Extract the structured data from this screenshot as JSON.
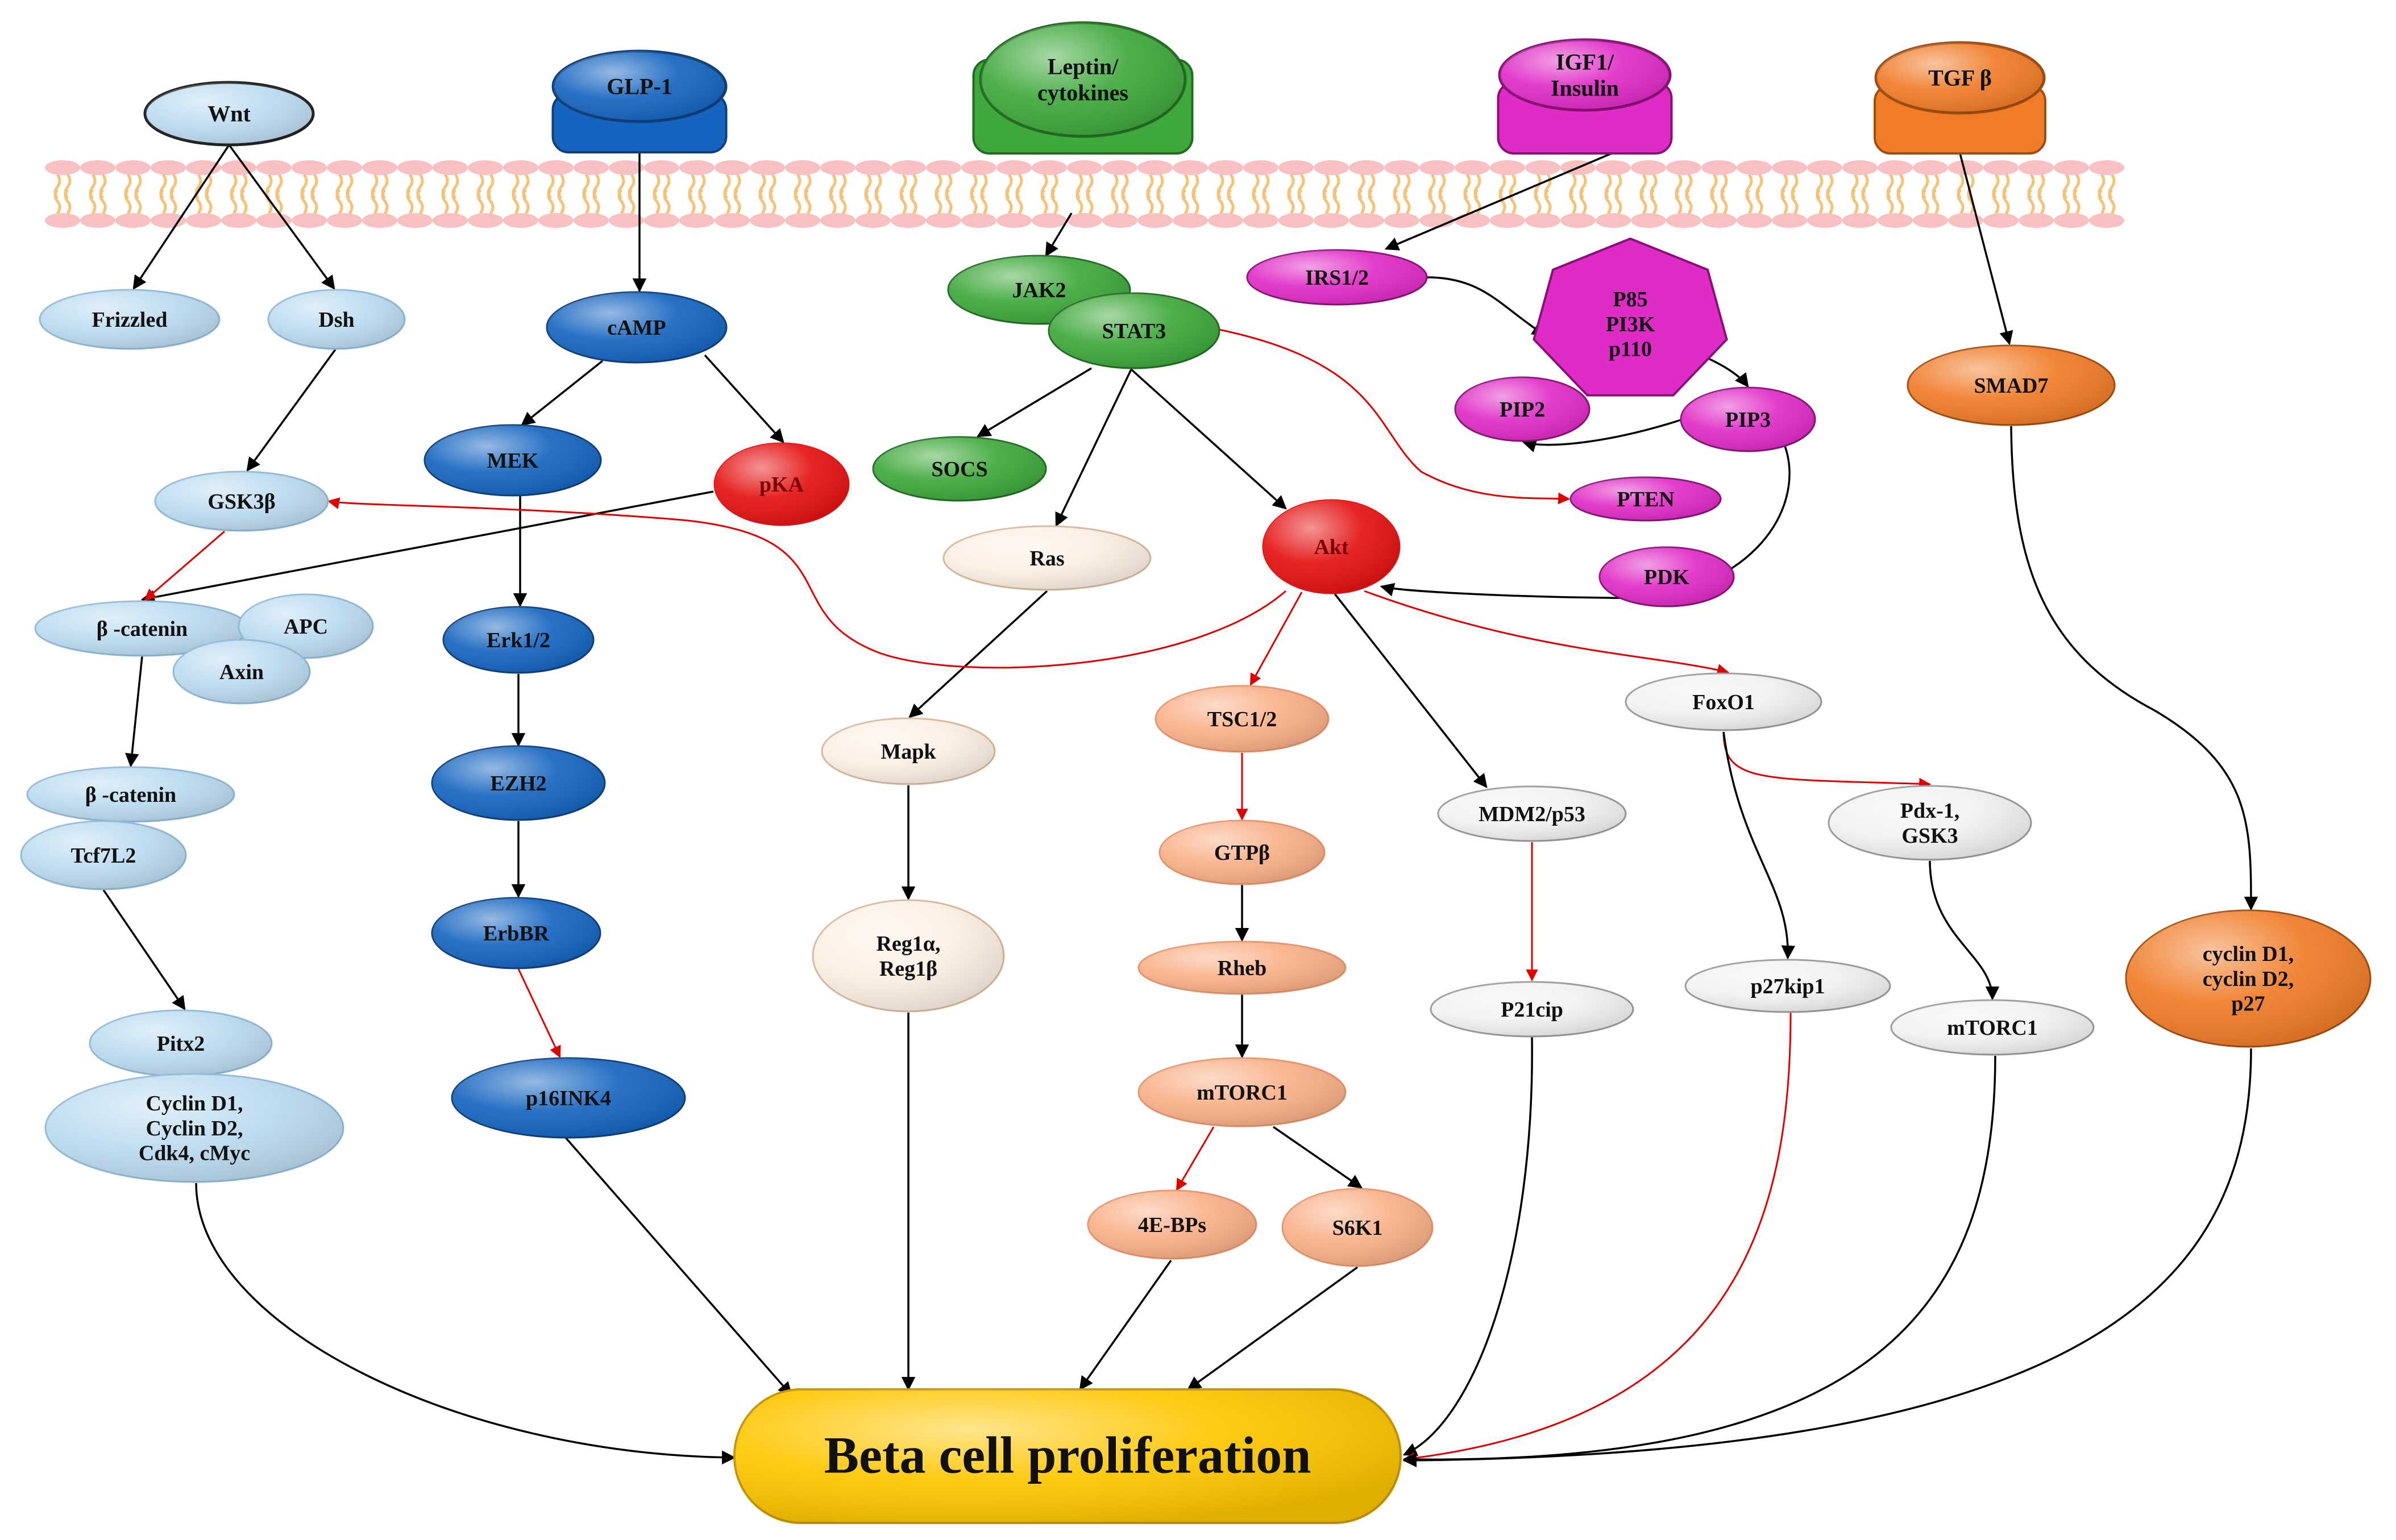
{
  "colors": {
    "wnt": "#bcdcf0",
    "wnt_stroke": "#8fb9d6",
    "glp": "#1565c0",
    "glp_stroke": "#0d3f7a",
    "leptin": "#3ea83b",
    "leptin_stroke": "#226b22",
    "igf": "#e02cc6",
    "igf_stroke": "#8a1077",
    "tgf": "#f07c28",
    "tgf_stroke": "#a04c0d",
    "red_node": "#e41212",
    "ras": "#fdf0e4",
    "tsc": "#f9b088",
    "white_node": "#f2f2f2",
    "outcome": "#ffc600",
    "membrane_head": "#f8c0c0",
    "membrane_tail": "#f5c27a",
    "black_arrow": "#000000",
    "red_arrow": "#e00000"
  },
  "diagram": {
    "receptors": [
      {
        "id": "wnt",
        "lines": [
          "Wnt"
        ]
      },
      {
        "id": "glp1",
        "lines": [
          "GLP-1"
        ]
      },
      {
        "id": "leptin",
        "lines": [
          "Leptin/",
          "cytokines"
        ]
      },
      {
        "id": "igf1",
        "lines": [
          "IGF1/",
          "Insulin"
        ]
      },
      {
        "id": "tgfb",
        "lines": [
          "TGF β"
        ]
      }
    ],
    "nodes": [
      {
        "id": "frizzled",
        "lines": [
          "Frizzled"
        ]
      },
      {
        "id": "dsh",
        "lines": [
          "Dsh"
        ]
      },
      {
        "id": "gsk3b",
        "lines": [
          "GSK3β"
        ]
      },
      {
        "id": "bcat1",
        "lines": [
          "β -catenin"
        ]
      },
      {
        "id": "apc",
        "lines": [
          "APC"
        ]
      },
      {
        "id": "axin",
        "lines": [
          "Axin"
        ]
      },
      {
        "id": "bcat2",
        "lines": [
          "β -catenin"
        ]
      },
      {
        "id": "tcf7l2",
        "lines": [
          "Tcf7L2"
        ]
      },
      {
        "id": "pitx2",
        "lines": [
          "Pitx2"
        ]
      },
      {
        "id": "cyclin1",
        "lines": [
          "Cyclin D1,",
          "Cyclin D2,",
          "Cdk4, cMyc"
        ]
      },
      {
        "id": "camp",
        "lines": [
          "cAMP"
        ]
      },
      {
        "id": "mek",
        "lines": [
          "MEK"
        ]
      },
      {
        "id": "pka",
        "lines": [
          "pKA"
        ]
      },
      {
        "id": "erk",
        "lines": [
          "Erk1/2"
        ]
      },
      {
        "id": "ezh2",
        "lines": [
          "EZH2"
        ]
      },
      {
        "id": "erbbr",
        "lines": [
          "ErbBR"
        ]
      },
      {
        "id": "p16",
        "lines": [
          "p16INK4"
        ]
      },
      {
        "id": "jak2",
        "lines": [
          "JAK2"
        ]
      },
      {
        "id": "stat3",
        "lines": [
          "STAT3"
        ]
      },
      {
        "id": "socs",
        "lines": [
          "SOCS"
        ]
      },
      {
        "id": "ras",
        "lines": [
          "Ras"
        ]
      },
      {
        "id": "mapk",
        "lines": [
          "Mapk"
        ]
      },
      {
        "id": "reg1",
        "lines": [
          "Reg1α,",
          "Reg1β"
        ]
      },
      {
        "id": "akt",
        "lines": [
          "Akt"
        ]
      },
      {
        "id": "tsc",
        "lines": [
          "TSC1/2"
        ]
      },
      {
        "id": "gtpb",
        "lines": [
          "GTPβ"
        ]
      },
      {
        "id": "rheb",
        "lines": [
          "Rheb"
        ]
      },
      {
        "id": "mtorc1a",
        "lines": [
          "mTORC1"
        ]
      },
      {
        "id": "ebp",
        "lines": [
          "4E-BPs"
        ]
      },
      {
        "id": "s6k1",
        "lines": [
          "S6K1"
        ]
      },
      {
        "id": "irs",
        "lines": [
          "IRS1/2"
        ]
      },
      {
        "id": "pi3k",
        "lines": [
          "P85",
          "PI3K",
          "p110"
        ]
      },
      {
        "id": "pip2",
        "lines": [
          "PIP2"
        ]
      },
      {
        "id": "pip3",
        "lines": [
          "PIP3"
        ]
      },
      {
        "id": "pten",
        "lines": [
          "PTEN"
        ]
      },
      {
        "id": "pdk",
        "lines": [
          "PDK"
        ]
      },
      {
        "id": "foxo1",
        "lines": [
          "FoxO1"
        ]
      },
      {
        "id": "mdm2",
        "lines": [
          "MDM2/p53"
        ]
      },
      {
        "id": "p21",
        "lines": [
          "P21cip"
        ]
      },
      {
        "id": "pdx1",
        "lines": [
          "Pdx-1,",
          "GSK3"
        ]
      },
      {
        "id": "p27",
        "lines": [
          "p27kip1"
        ]
      },
      {
        "id": "mtorc1b",
        "lines": [
          "mTORC1"
        ]
      },
      {
        "id": "smad7",
        "lines": [
          "SMAD7"
        ]
      },
      {
        "id": "cyclin2",
        "lines": [
          "cyclin D1,",
          "cyclin D2,",
          "p27"
        ]
      }
    ],
    "outcome": {
      "lines": [
        "Beta cell proliferation"
      ]
    }
  }
}
